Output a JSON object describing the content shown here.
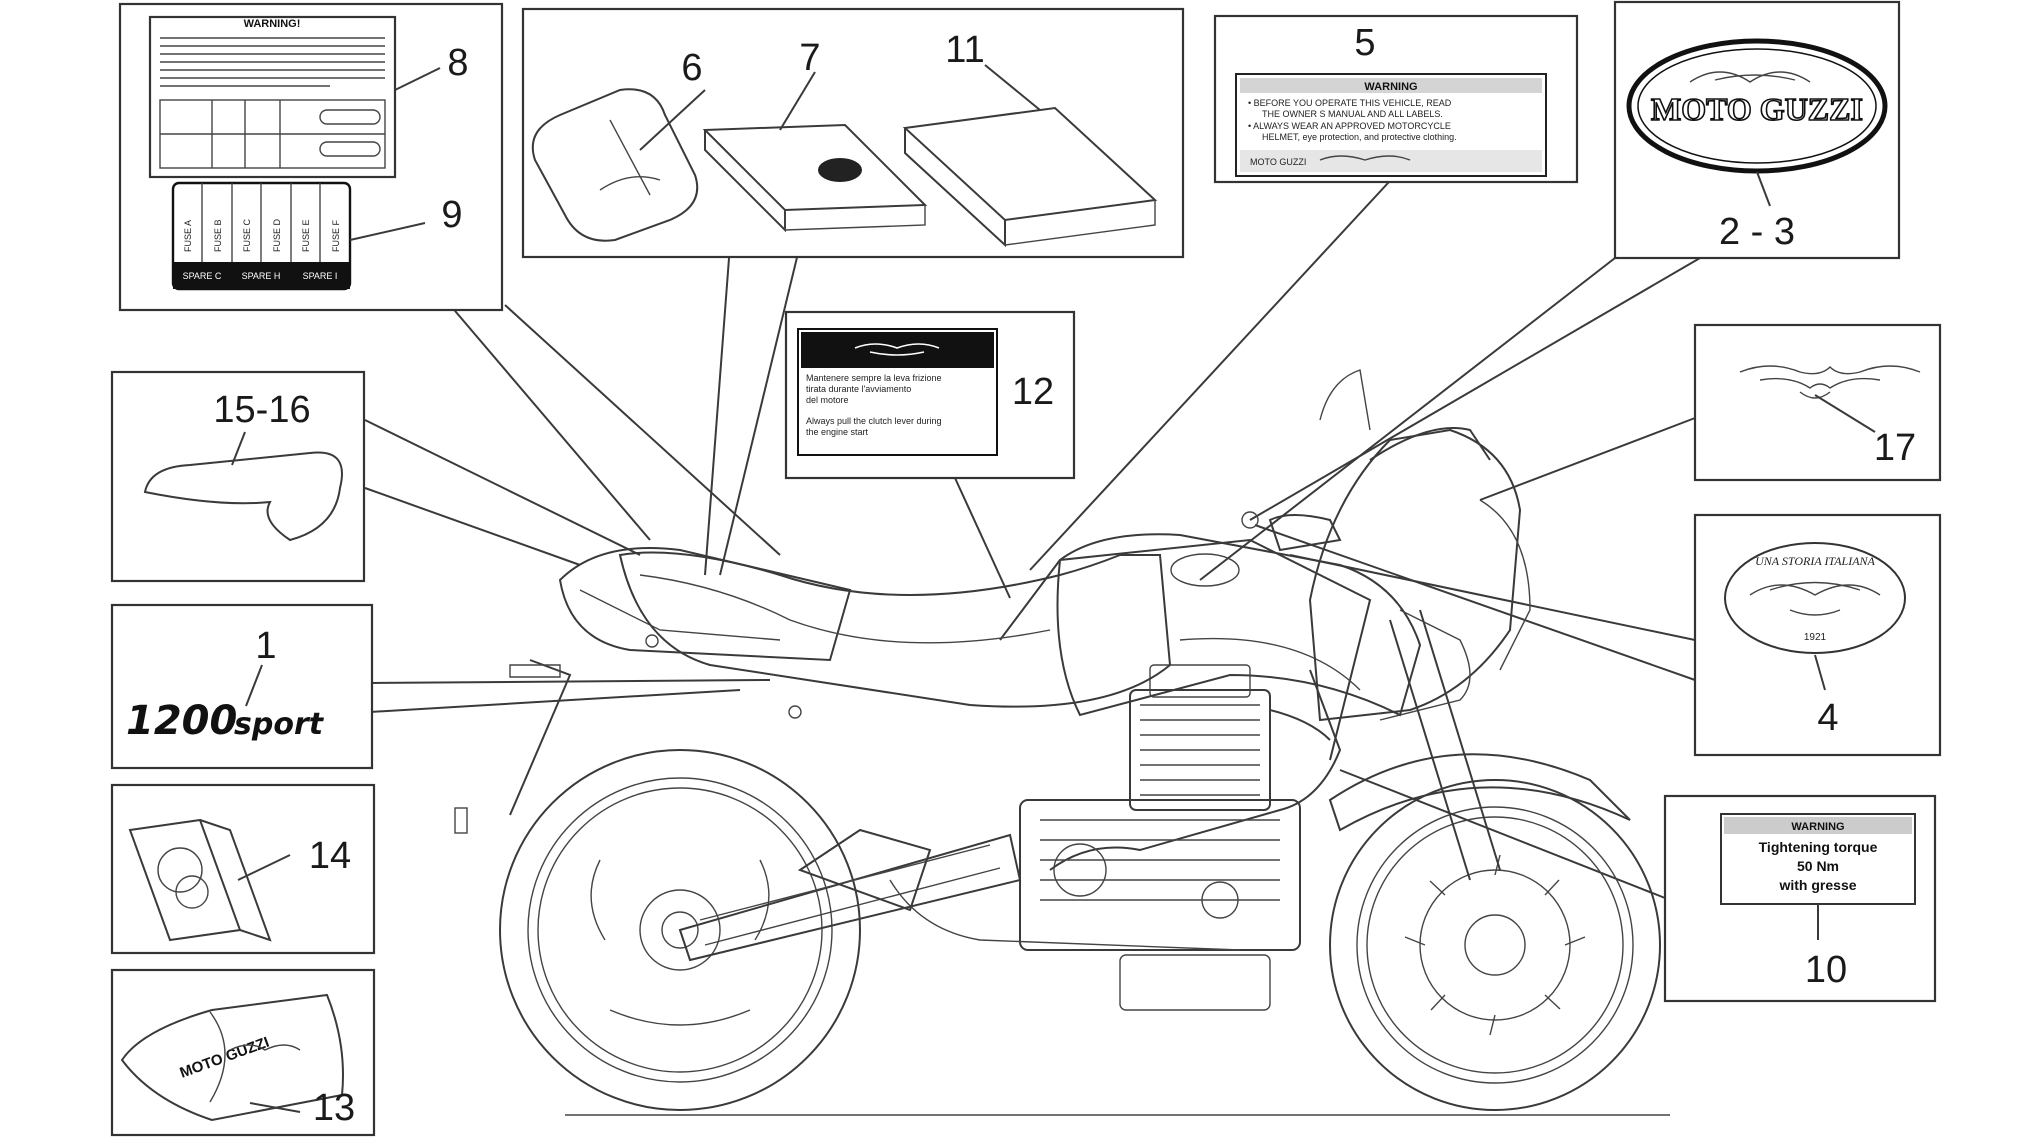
{
  "callouts": {
    "c1": "1",
    "c23": "2 - 3",
    "c4": "4",
    "c5": "5",
    "c6": "6",
    "c7": "7",
    "c8": "8",
    "c9": "9",
    "c10": "10",
    "c11": "11",
    "c12": "12",
    "c13": "13",
    "c14": "14",
    "c1516": "15-16",
    "c17": "17"
  },
  "decal_1200": {
    "digits": "1200",
    "word": "sport"
  },
  "brand": {
    "oval": "MOTO GUZZI",
    "bag": "MOTO GUZZI",
    "mini": "MOTO GUZZI"
  },
  "decal_4": {
    "arc": "UNA STORIA ITALIANA",
    "sub": "1921"
  },
  "warning_5": {
    "head": "WARNING",
    "lines": [
      "•  BEFORE YOU OPERATE THIS VEHICLE, READ",
      "THE OWNER S MANUAL AND ALL LABELS.",
      "•  ALWAYS WEAR AN APPROVED MOTORCYCLE",
      "HELMET, eye protection, and protective clothing."
    ]
  },
  "label_8": {
    "head": "WARNING!"
  },
  "fuses_9": {
    "fuses": [
      "FUSE A",
      "FUSE B",
      "FUSE C",
      "FUSE D",
      "FUSE E",
      "FUSE F"
    ],
    "spares": [
      "SPARE C",
      "SPARE H",
      "SPARE I"
    ]
  },
  "label_12": {
    "it": [
      "Mantenere sempre la leva frizione",
      "tirata durante l'avviamento",
      "del motore"
    ],
    "en": [
      "Always pull the clutch lever during",
      "the engine start"
    ]
  },
  "warning_10": {
    "head": "WARNING",
    "lines": [
      "Tightening torque",
      "50 Nm",
      "with gresse"
    ]
  }
}
